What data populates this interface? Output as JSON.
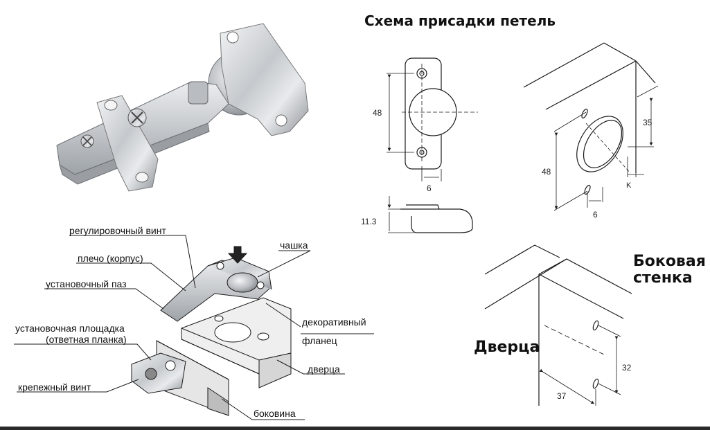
{
  "title": "Схема присадки петель",
  "side_wall_title": [
    "Боковая",
    "стенка"
  ],
  "door_title": "Дверца",
  "parts": {
    "adjusting_screw": "регулировочный винт",
    "arm": "плечо (корпус)",
    "mounting_slot": "установочный паз",
    "mounting_plate_1": "установочная площадка",
    "mounting_plate_2": "(ответная планка)",
    "fixing_screw": "крепежный винт",
    "cup": "чашка",
    "decorative_flange_1": "декоративный",
    "decorative_flange_2": "фланец",
    "door": "дверца",
    "side_panel": "боковина"
  },
  "dimensions": {
    "front_height": "48",
    "front_offset": "6",
    "cup_depth": "11.3",
    "iso_height": "48",
    "iso_offset": "6",
    "iso_edge": "35",
    "iso_k": "K",
    "wall_spacing": "32",
    "wall_depth": "37"
  },
  "colors": {
    "line": "#1a1a1a",
    "metal_light": "#d9dcdf",
    "metal_dark": "#8d9196",
    "bottom_bar": "#2a2a2a"
  }
}
